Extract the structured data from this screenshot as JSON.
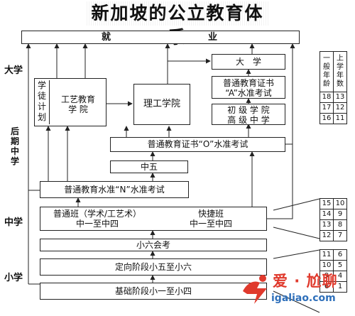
{
  "title": "新加坡的公立教育体系",
  "stages": {
    "university": "大学",
    "post_secondary_chars": [
      "后",
      "期",
      "中",
      "学"
    ],
    "secondary": "中学",
    "primary": "小学"
  },
  "boxes": {
    "employment_left": "就",
    "employment_right": "业",
    "university": "大　学",
    "a_level_line1": "普通教育证书",
    "a_level_line2": "“A”水准考试",
    "jc_line1": "初 级 学 院",
    "jc_line2": "高 级 中 学",
    "polytechnic": "理工学院",
    "apprentice_chars": [
      "学",
      "徒",
      "计",
      "划"
    ],
    "ite_line1": "工艺教育",
    "ite_line2": "学 院",
    "o_level": "普通教育证书“O”水准考试",
    "sec5": "中五",
    "n_level": "普通教育水准“N”水准考试",
    "normal_stream_line1": "普通班（学术/工艺术）",
    "normal_stream_line2": "中一至中四",
    "express_line1": "快捷班",
    "express_line2": "中一至中四",
    "psle": "小六会考",
    "orientation": "定向阶段小五至小六",
    "foundation": "基础阶段小一至小四"
  },
  "age_table": {
    "header_left_chars": [
      "一",
      "般",
      "年",
      "龄"
    ],
    "header_right_chars": [
      "上",
      "学",
      "年",
      "数"
    ],
    "upper_rows": [
      [
        "18",
        "13"
      ],
      [
        "17",
        "12"
      ],
      [
        "16",
        "11"
      ]
    ],
    "middle_rows": [
      [
        "15",
        "10"
      ],
      [
        "14",
        "9"
      ],
      [
        "13",
        "8"
      ],
      [
        "12",
        "7"
      ]
    ],
    "lower_rows": [
      [
        "11",
        "6"
      ],
      [
        "10",
        "5"
      ],
      [
        "9",
        "4"
      ],
      [
        "6",
        "1"
      ]
    ]
  },
  "watermark": {
    "text": "爱 · 尬聊",
    "url": "igaliao.com",
    "colors": {
      "red": "#e03a2d",
      "blue": "#2e6fba"
    }
  }
}
